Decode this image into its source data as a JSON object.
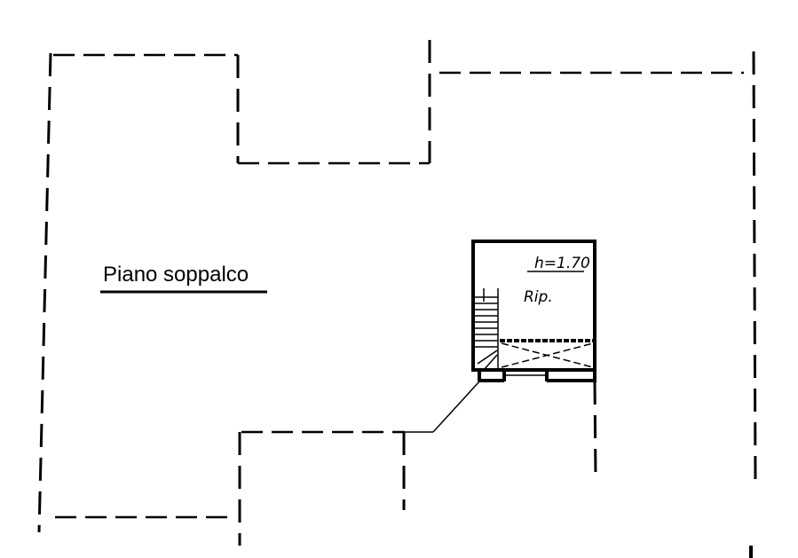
{
  "plan": {
    "title": "Piano soppalco",
    "room_label": "Rip.",
    "height_label": "h=1.70"
  },
  "colors": {
    "background": "#ffffff",
    "ink": "#000000"
  }
}
